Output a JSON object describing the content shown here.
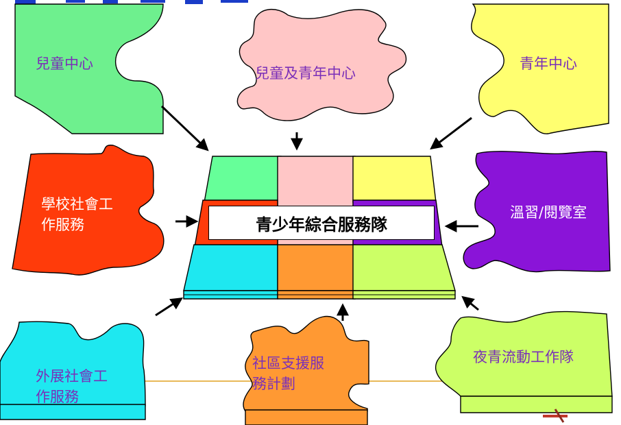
{
  "center": {
    "title": "青少年綜合服務隊"
  },
  "pieces": [
    {
      "id": "childrens-centre",
      "label": "兒童中心",
      "color": "#6ef08e"
    },
    {
      "id": "children-youth-centre",
      "label": "兒童及青年中心",
      "color": "#ffc6c6"
    },
    {
      "id": "youth-centre",
      "label": "青年中心",
      "color": "#ffff70"
    },
    {
      "id": "school-social-work",
      "label": "學校社會工作服務",
      "color": "#ff3b0a"
    },
    {
      "id": "study-reading-room",
      "label": "溫習/閱覽室",
      "color": "#8a14d8"
    },
    {
      "id": "outreach-social-work",
      "label": "外展社會工作服務",
      "color": "#1ee8f0"
    },
    {
      "id": "community-support",
      "label": "社區支援服務計劃",
      "color": "#ff9933"
    },
    {
      "id": "night-outreach",
      "label": "夜青流動工作隊",
      "color": "#ccff66"
    }
  ],
  "labels": {
    "childrens_centre": "兒童中心",
    "children_youth_centre": "兒童及青年中心",
    "youth_centre": "青年中心",
    "school_social_work_l1": "學校社會工",
    "school_social_work_l2": "作服務",
    "study_reading_room": "溫習/閱覽室",
    "outreach_l1": "外展社會工",
    "outreach_l2": "作服務",
    "community_l1": "社區支援服",
    "community_l2": "務計劃",
    "night_outreach": "夜青流動工作隊"
  }
}
